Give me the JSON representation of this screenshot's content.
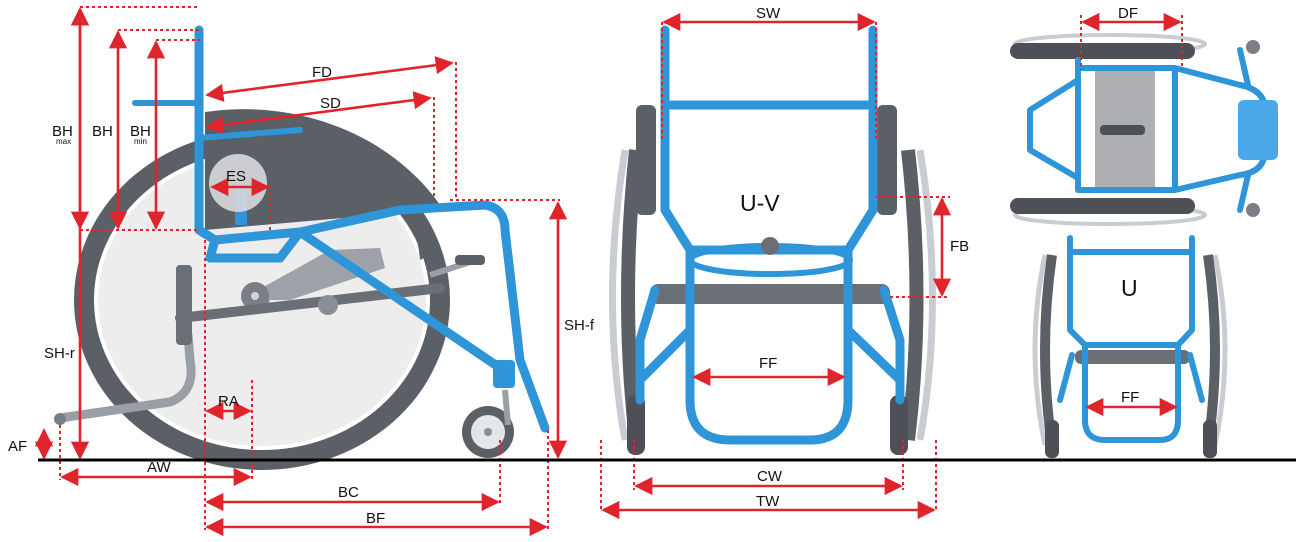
{
  "colors": {
    "frame": "#2f95d9",
    "dimension": "#e0242b",
    "tire": "#5b5f66",
    "ground": "#000000"
  },
  "labels": {
    "FD": "FD",
    "SD": "SD",
    "BH_max": "BH",
    "BH_max_sub": "max",
    "BH": "BH",
    "BH_min": "BH",
    "BH_min_sub": "min",
    "ES": "ES",
    "SH_r": "SH-r",
    "SH_f": "SH-f",
    "RA": "RA",
    "AF": "AF",
    "AW": "AW",
    "BC": "BC",
    "BF": "BF",
    "SW": "SW",
    "U_V": "U-V",
    "FB": "FB",
    "FF_front": "FF",
    "CW": "CW",
    "TW": "TW",
    "DF": "DF",
    "U": "U",
    "FF_small": "FF"
  }
}
